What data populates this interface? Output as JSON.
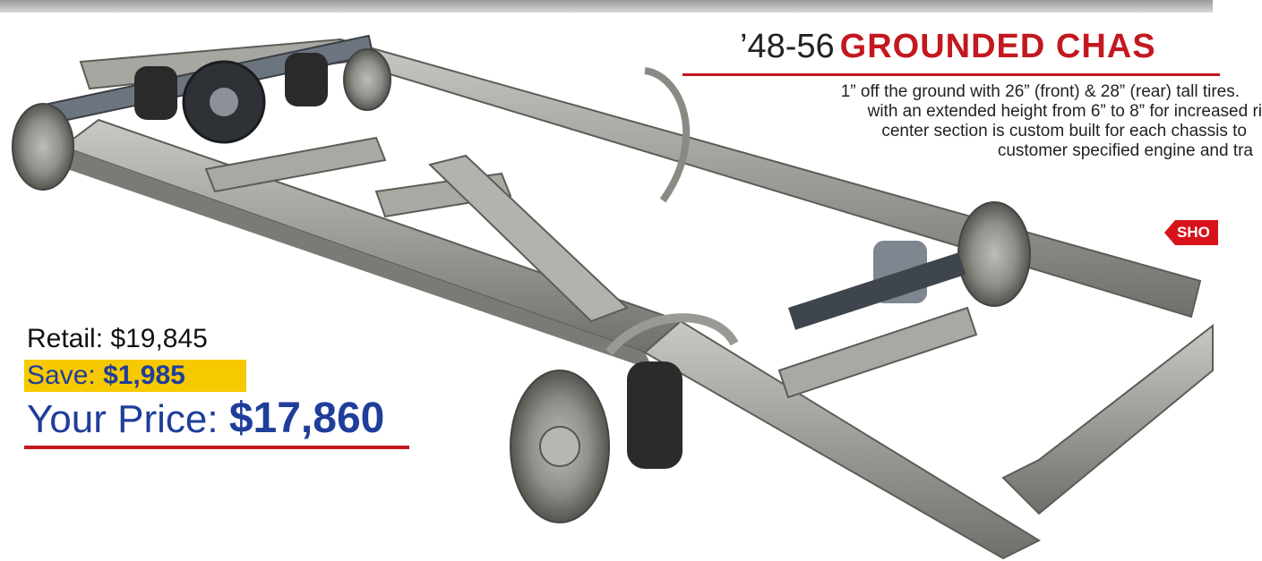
{
  "headline": {
    "prefix": "’48-56",
    "name": "GROUNDED CHAS"
  },
  "description": [
    "1” off the ground with 26” (front) & 28” (rear) tall tires.",
    "with an extended height from 6” to 8” for increased ri",
    "center section is custom built for each chassis to",
    "customer specified engine and tra"
  ],
  "show_button": {
    "label": "SHO"
  },
  "pricing": {
    "retail_label": "Retail:",
    "retail_value": "$19,845",
    "save_label": "Save:",
    "save_value": "$1,985",
    "price_label": "Your Price:",
    "price_value": "$17,860"
  },
  "colors": {
    "accent_red": "#c31820",
    "price_blue": "#1f3e9a",
    "save_yellow": "#f7c900"
  }
}
